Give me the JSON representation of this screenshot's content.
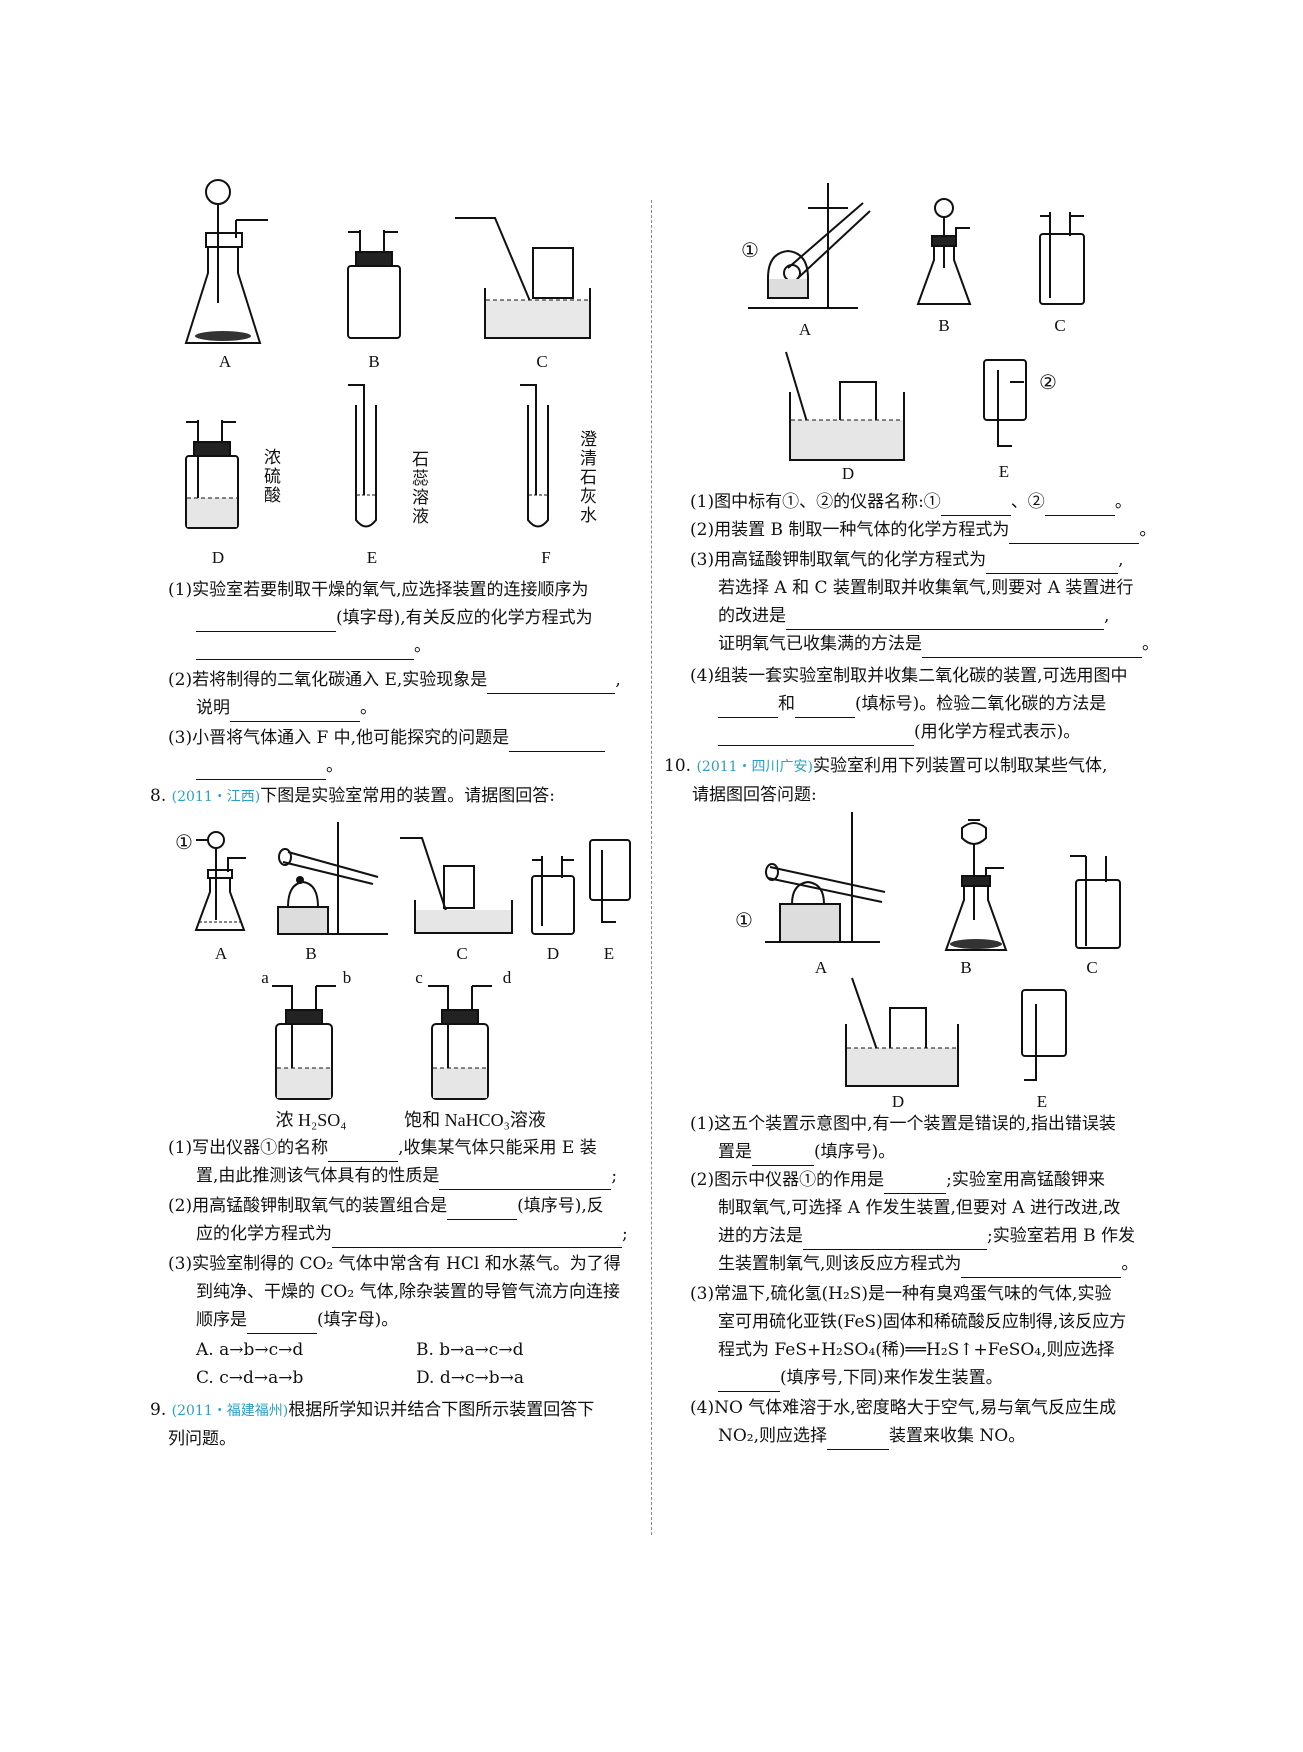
{
  "left": {
    "fig7_labels": [
      "A",
      "B",
      "C",
      "D",
      "E",
      "F"
    ],
    "fig7_D_text": "浓硫酸",
    "fig7_E_text": "石蕊溶液",
    "fig7_F_text": "澄清石灰水",
    "q7": {
      "p1a": "(1)实验室若要制取干燥的氧气,应选择装置的连接顺序为",
      "p1b": "(填字母),有关反应的化学方程式为",
      "p1c": "。",
      "p2a": "(2)若将制得的二氧化碳通入 E,实验现象是",
      "p2b": ",",
      "p2c": "说明",
      "p2d": "。",
      "p3a": "(3)小晋将气体通入 F 中,他可能探究的问题是",
      "p3b": "。"
    },
    "q8": {
      "num": "8.",
      "source": "(2011・江西)",
      "stem": "下图是实验室常用的装置。请据图回答:",
      "circle1": "①",
      "fig_labels": [
        "A",
        "B",
        "C",
        "D",
        "E"
      ],
      "port_a": "a",
      "port_b": "b",
      "port_c": "c",
      "port_d": "d",
      "bottle1": "浓 H₂SO₄",
      "bottle2": "饱和 NaHCO₃溶液",
      "p1a": "(1)写出仪器①的名称",
      "p1b": ",收集某气体只能采用 E 装",
      "p1c": "置,由此推测该气体具有的性质是",
      "p1d": ";",
      "p2a": "(2)用高锰酸钾制取氧气的装置组合是",
      "p2b": "(填序号),反",
      "p2c": "应的化学方程式为",
      "p2d": ";",
      "p3a": "(3)实验室制得的 CO₂ 气体中常含有 HCl 和水蒸气。为了得",
      "p3b": "到纯净、干燥的 CO₂ 气体,除杂装置的导管气流方向连接",
      "p3c": "顺序是",
      "p3d": "(填字母)。",
      "optA": "A. a→b→c→d",
      "optB": "B. b→a→c→d",
      "optC": "C. c→d→a→b",
      "optD": "D. d→c→b→a"
    },
    "q9": {
      "num": "9.",
      "source": "(2011・福建福州)",
      "stem1": "根据所学知识并结合下图所示装置回答下",
      "stem2": "列问题。"
    }
  },
  "right": {
    "fig9_labels": [
      "A",
      "B",
      "C",
      "D",
      "E"
    ],
    "circle1": "①",
    "circle2": "②",
    "q9": {
      "p1a": "(1)图中标有①、②的仪器名称:①",
      "p1b": "、②",
      "p1c": "。",
      "p2a": "(2)用装置 B 制取一种气体的化学方程式为",
      "p2b": "。",
      "p3a": "(3)用高锰酸钾制取氧气的化学方程式为",
      "p3b": ",",
      "p3c": "若选择 A 和 C 装置制取并收集氧气,则要对 A 装置进行",
      "p3d": "的改进是",
      "p3e": ",",
      "p3f": "证明氧气已收集满的方法是",
      "p3g": "。",
      "p4a": "(4)组装一套实验室制取并收集二氧化碳的装置,可选用图中",
      "p4b": "和",
      "p4c": "(填标号)。检验二氧化碳的方法是",
      "p4d": "(用化学方程式表示)。"
    },
    "q10": {
      "num": "10.",
      "source": "(2011・四川广安)",
      "stem1": "实验室利用下列装置可以制取某些气体,",
      "stem2": "请据图回答问题:",
      "circle1": "①",
      "fig_labels": [
        "A",
        "B",
        "C",
        "D",
        "E"
      ],
      "p1a": "(1)这五个装置示意图中,有一个装置是错误的,指出错误装",
      "p1b": "置是",
      "p1c": "(填序号)。",
      "p2a": "(2)图示中仪器①的作用是",
      "p2b": ";实验室用高锰酸钾来",
      "p2c": "制取氧气,可选择 A 作发生装置,但要对 A 进行改进,改",
      "p2d": "进的方法是",
      "p2e": ";实验室若用 B 作发",
      "p2f": "生装置制氧气,则该反应方程式为",
      "p2g": "。",
      "p3a": "(3)常温下,硫化氢(H₂S)是一种有臭鸡蛋气味的气体,实验",
      "p3b": "室可用硫化亚铁(FeS)固体和稀硫酸反应制得,该反应方",
      "p3c": "程式为 FeS+H₂SO₄(稀)══H₂S↑+FeSO₄,则应选择",
      "p3d": "(填序号,下同)来作发生装置。",
      "p4a": "(4)NO 气体难溶于水,密度略大于空气,易与氧气反应生成",
      "p4b": "NO₂,则应选择",
      "p4c": "装置来收集 NO。"
    }
  }
}
